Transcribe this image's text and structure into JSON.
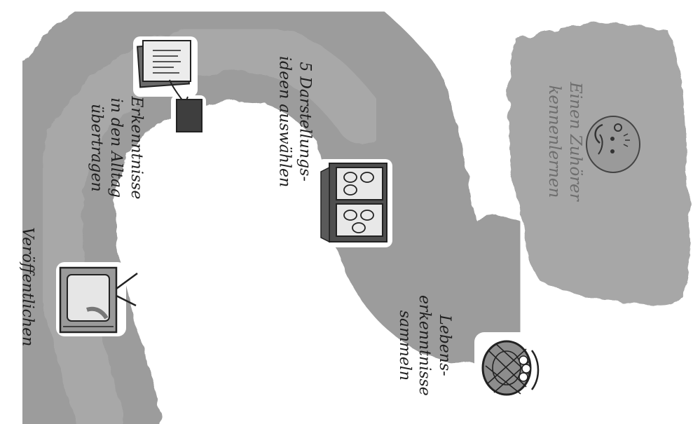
{
  "diagram": {
    "steps": [
      {
        "id": "zuhoerer",
        "label": "Einen Zuhörer\nkennenlernen",
        "icon": "ear-face-icon"
      },
      {
        "id": "lebenserkenntnisse",
        "label": "Lebens-\nerkenntnisse\nsammeln",
        "icon": "basket-icon"
      },
      {
        "id": "darstellung",
        "label": "5 Darstellungs-\nideen auswählen",
        "icon": "book-icon"
      },
      {
        "id": "alltag",
        "label": "Erkenntnisse\nin den Alltag\nübertragen",
        "icon": "notes-icon"
      },
      {
        "id": "veroeffentlichen",
        "label": "Veröffentlichen",
        "icon": "tv-icon"
      }
    ]
  },
  "colors": {
    "path": "#9c9c9c",
    "path_light": "#b3b3b3",
    "ink": "#1f1f1f"
  }
}
